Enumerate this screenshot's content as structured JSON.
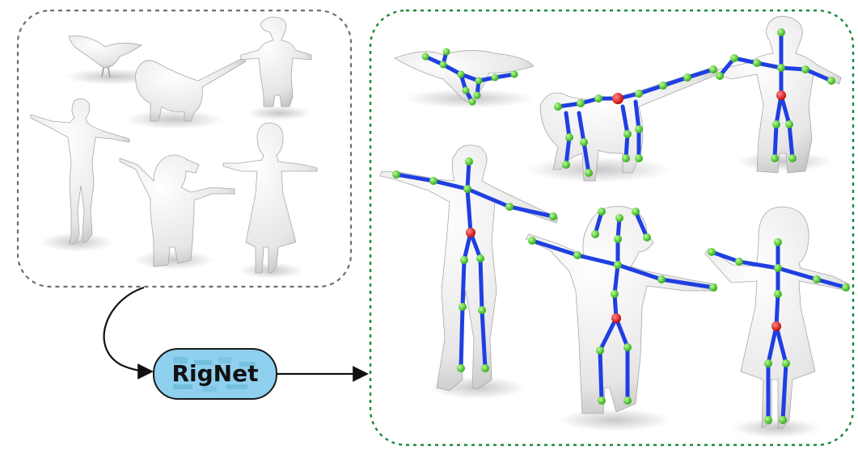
{
  "module": {
    "label": "RigNet",
    "fill_color": "#8fd0ee",
    "stroke_color": "#1a1a1a"
  },
  "input_box": {
    "border_color": "#6e6e6e",
    "items": [
      {
        "name": "bird",
        "kind": "bird"
      },
      {
        "name": "cat",
        "kind": "cat"
      },
      {
        "name": "sailor",
        "kind": "sailor"
      },
      {
        "name": "woman",
        "kind": "woman"
      },
      {
        "name": "dog",
        "kind": "dog"
      },
      {
        "name": "girl",
        "kind": "girl"
      }
    ]
  },
  "output_box": {
    "border_color": "#1b8a3a",
    "items": [
      {
        "name": "bird",
        "kind": "bird",
        "rigged": true
      },
      {
        "name": "cat",
        "kind": "cat",
        "rigged": true
      },
      {
        "name": "sailor",
        "kind": "sailor",
        "rigged": true
      },
      {
        "name": "woman",
        "kind": "woman",
        "rigged": true
      },
      {
        "name": "dog",
        "kind": "dog",
        "rigged": true
      },
      {
        "name": "girl",
        "kind": "girl",
        "rigged": true
      }
    ]
  },
  "colors": {
    "mesh": "#ececec",
    "mesh_shade": "#c9c9c9",
    "bone": "#1f3fe0",
    "joint": "#4ccf2a",
    "root_joint": "#e11d1d",
    "arrow": "#111111"
  }
}
